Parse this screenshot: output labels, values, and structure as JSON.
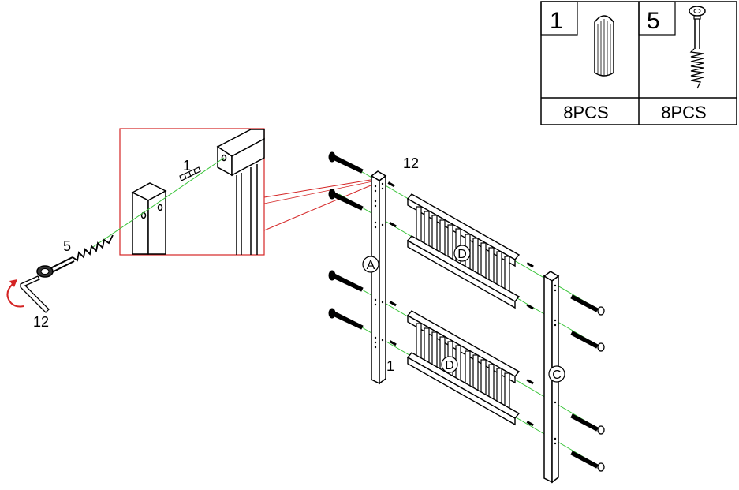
{
  "parts_box": {
    "parts": [
      {
        "number": "1",
        "icon": "wooden-dowel-icon",
        "quantity": "8PCS"
      },
      {
        "number": "5",
        "icon": "bolt-screw-icon",
        "quantity": "8PCS"
      }
    ]
  },
  "callouts": {
    "detail_dowel": "1",
    "detail_bolt": "5",
    "allen_key": "12",
    "bolts_top": "12",
    "dowel_lower": "1"
  },
  "panels": {
    "post_left": "A",
    "post_right": "C",
    "slat_panel_top": "D",
    "slat_panel_bottom": "D"
  },
  "colors": {
    "line": "#000000",
    "guide": "#39c439",
    "zoom": "#d42424",
    "rotate_arrow": "#d42424"
  }
}
